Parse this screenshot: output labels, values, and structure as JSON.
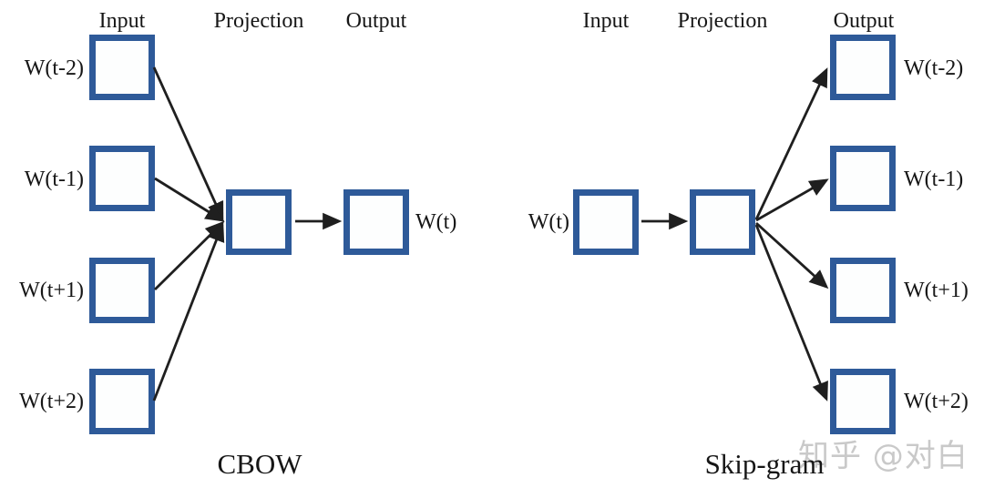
{
  "cbow": {
    "title": "CBOW",
    "columns": {
      "input": "Input",
      "projection": "Projection",
      "output": "Output"
    },
    "context_labels": [
      "W(t-2)",
      "W(t-1)",
      "W(t+1)",
      "W(t+2)"
    ],
    "output_label": "W(t)"
  },
  "skipgram": {
    "title": "Skip-gram",
    "columns": {
      "input": "Input",
      "projection": "Projection",
      "output": "Output"
    },
    "input_label": "W(t)",
    "context_labels": [
      "W(t-2)",
      "W(t-1)",
      "W(t+1)",
      "W(t+2)"
    ]
  },
  "watermark": {
    "text": "知乎 @对白"
  },
  "colors": {
    "node_border": "#2e5a99",
    "arrow": "#1f1f1f",
    "text": "#161616",
    "watermark": "#c9c9c9",
    "background": "#ffffff"
  }
}
